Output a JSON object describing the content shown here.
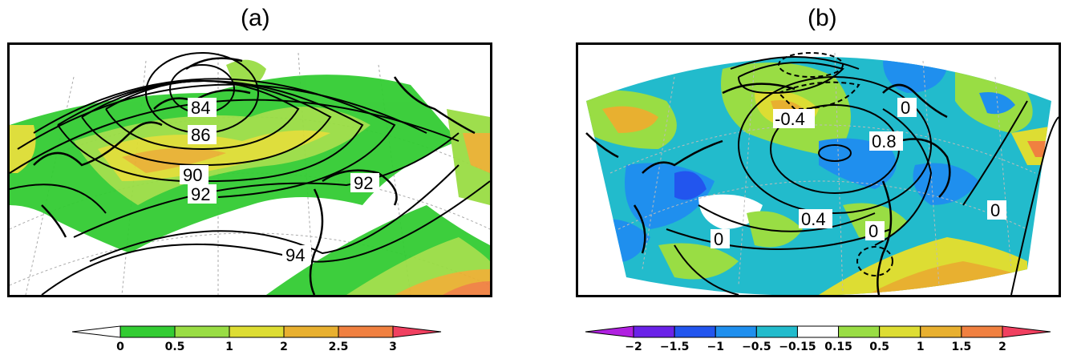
{
  "panels": [
    {
      "title": "(a)",
      "contour_labels": [
        "84",
        "86",
        "90",
        "92",
        "92",
        "94"
      ],
      "colorbar": {
        "ticks": [
          "0",
          "0.5",
          "1",
          "2",
          "2.5",
          "3"
        ],
        "colors": [
          "#ffffff",
          "#33cc33",
          "#99dd44",
          "#dddd33",
          "#e8b030",
          "#f08040",
          "#f04060"
        ]
      }
    },
    {
      "title": "(b)",
      "contour_labels": [
        "-0.4",
        "0",
        "0.8",
        "0.4",
        "0",
        "0",
        "0"
      ],
      "colorbar": {
        "ticks": [
          "−2",
          "−1.5",
          "−1",
          "−0.5",
          "−0.15",
          "0.15",
          "0.5",
          "1",
          "1.5",
          "2"
        ],
        "colors": [
          "#b020e0",
          "#6a22e8",
          "#2255ee",
          "#1f8fee",
          "#22bbcc",
          "#ffffff",
          "#99dd44",
          "#dddd33",
          "#e8b030",
          "#f08040",
          "#f04060"
        ]
      }
    }
  ]
}
